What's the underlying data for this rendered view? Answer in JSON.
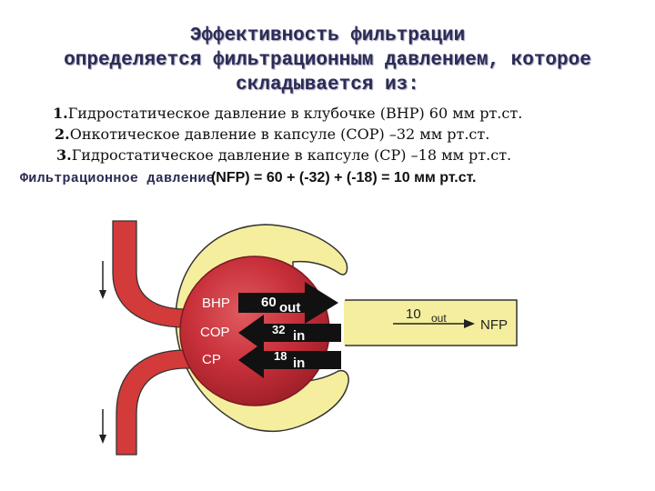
{
  "title": {
    "line1": "Эффективность фильтрации",
    "line2": "определяется фильтрационным давлением, которое",
    "line3": "складывается из:"
  },
  "items": [
    {
      "num": "1.",
      "text": "Гидростатическое давление в клубочке (BHP) 60 мм рт.ст."
    },
    {
      "num": "2.",
      "text": "Онкотическое давление в капсуле (COP) –32 мм рт.ст."
    },
    {
      "num": "3.",
      "text": "Гидростатическое давление в капсуле (CP) –18 мм рт.ст."
    }
  ],
  "formula": {
    "label": "Фильтрационное давление",
    "expr": "(NFP) = 60 + (-32) + (-18) = 10 мм рт.ст."
  },
  "diagram": {
    "bhp": {
      "label": "BHP",
      "value": "60",
      "dir": "out"
    },
    "cop": {
      "label": "COP",
      "value": "32",
      "dir": "in"
    },
    "cp": {
      "label": "CP",
      "value": "18",
      "dir": "in"
    },
    "net": {
      "value": "10",
      "dir": "out",
      "label": "NFP"
    },
    "colors": {
      "capsule": "#f4ee9e",
      "glomerulus": "#c8303a",
      "vessel": "#d33a3a",
      "arrow": "#111111"
    }
  }
}
